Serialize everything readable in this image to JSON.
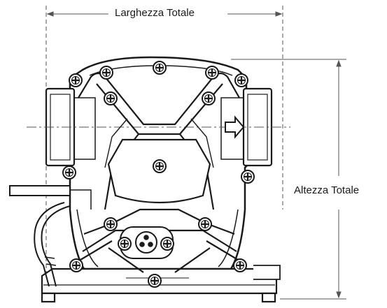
{
  "dimensions": {
    "width_label": "Larghezza Totale",
    "height_label": "Altezza Totale"
  },
  "colors": {
    "line": "#1a1a1a",
    "dim_line": "#555555",
    "background": "#ffffff"
  },
  "drawing": {
    "subject": "compressor-front-view",
    "icons": [
      "screw-icon",
      "flow-arrow-icon",
      "terminal-plug-icon"
    ]
  }
}
